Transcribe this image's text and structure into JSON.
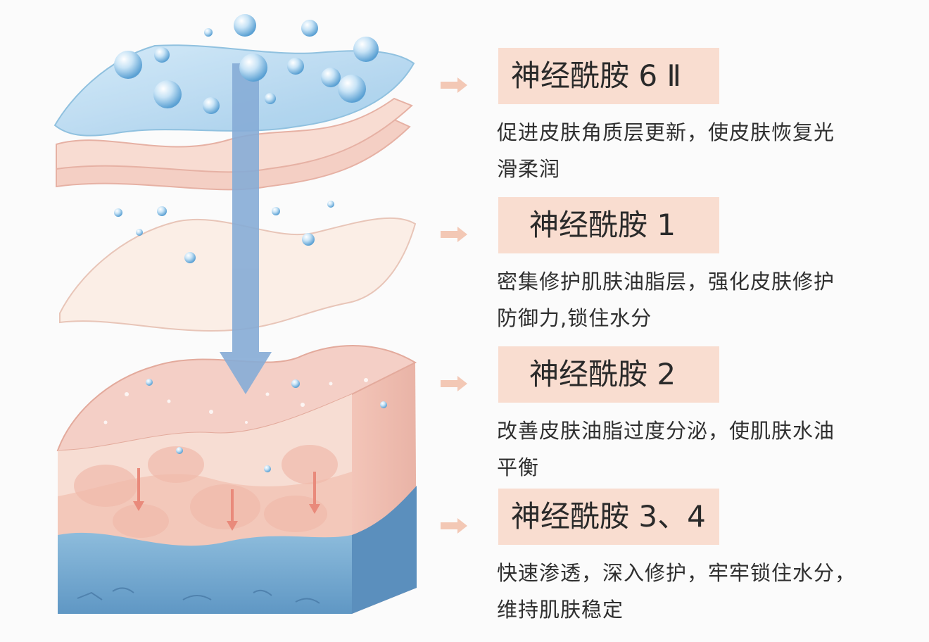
{
  "layers": [
    {
      "title": "神经酰胺 6 Ⅱ",
      "description_line1": "促进皮肤角质层更新，使皮肤恢复光",
      "description_line2": "滑柔润"
    },
    {
      "title": "神经酰胺 1",
      "description_line1": "密集修护肌肤油脂层，强化皮肤修护",
      "description_line2": "防御力,锁住水分"
    },
    {
      "title": "神经酰胺 2",
      "description_line1": "改善皮肤油脂过度分泌，使肌肤水油",
      "description_line2": "平衡"
    },
    {
      "title": "神经酰胺 3、4",
      "description_line1": "快速渗透，深入修护，牢牢锁住水分，",
      "description_line2": "维持肌肤稳定"
    }
  ],
  "colors": {
    "title_box": "#f9ddd0",
    "arrow": "#f3c8b5",
    "skin_pink": "#f6d3c9",
    "water_blue": "#6fa7cf",
    "film_blue": "#b9d9ef",
    "penetration_arrow": "#86acd6"
  },
  "icons": [
    "right-arrow-icon",
    "water-droplet-icon",
    "down-arrow-icon"
  ]
}
